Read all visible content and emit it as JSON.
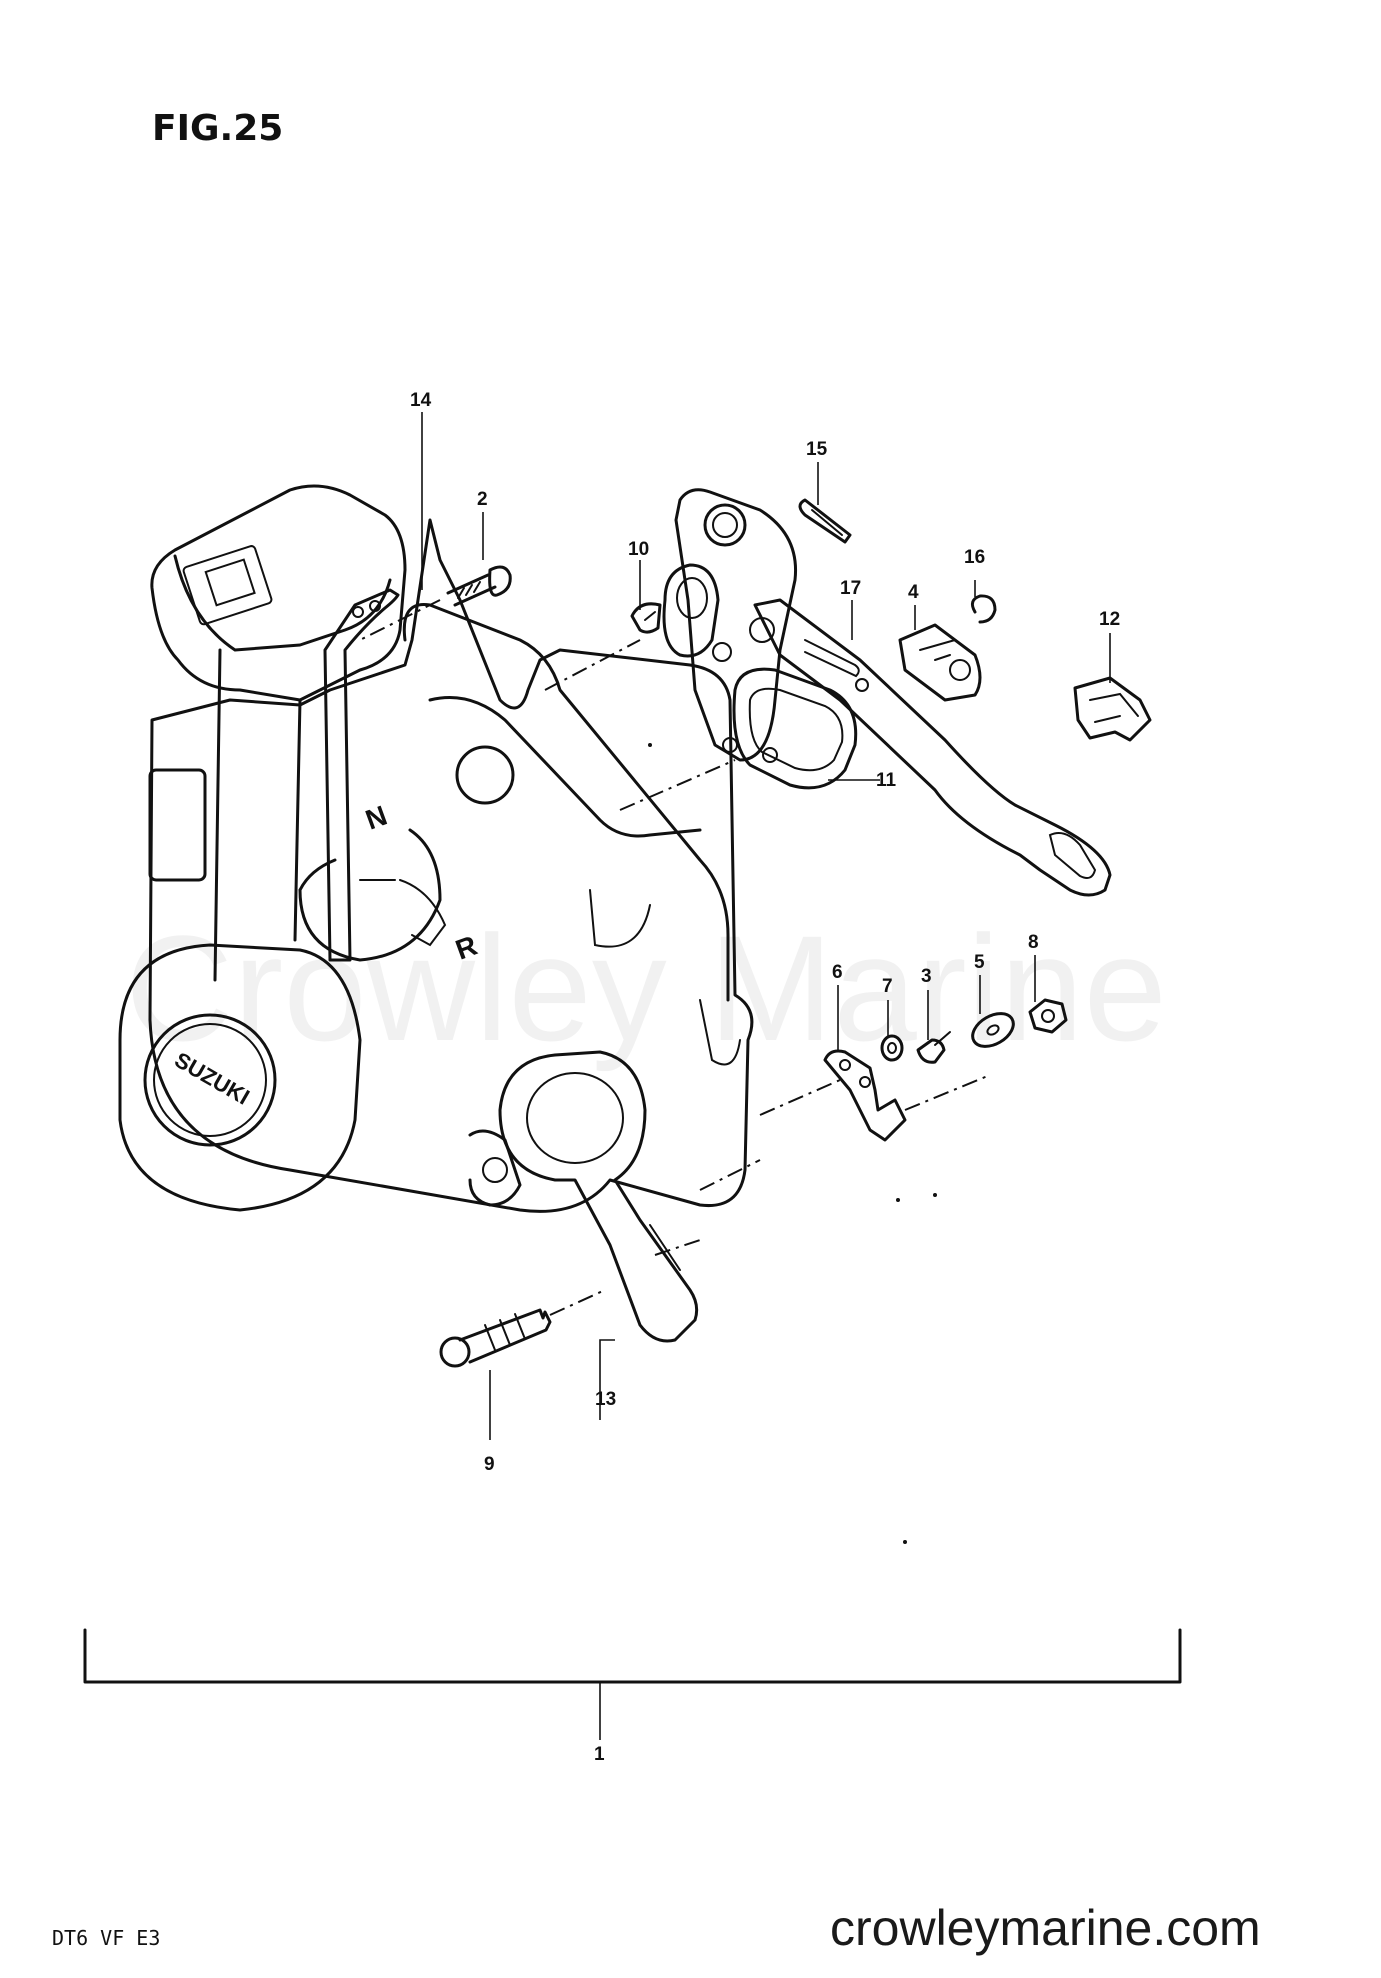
{
  "figure_label": "FIG.25",
  "model_code": "DT6  VF  E3",
  "site_url": "crowleymarine.com",
  "watermark": "Crowley Marine",
  "case_letters": {
    "neutral": "N",
    "reverse": "R"
  },
  "part_callouts": [
    "1",
    "2",
    "3",
    "4",
    "5",
    "6",
    "7",
    "8",
    "9",
    "10",
    "11",
    "12",
    "13",
    "14",
    "15",
    "16",
    "17"
  ]
}
